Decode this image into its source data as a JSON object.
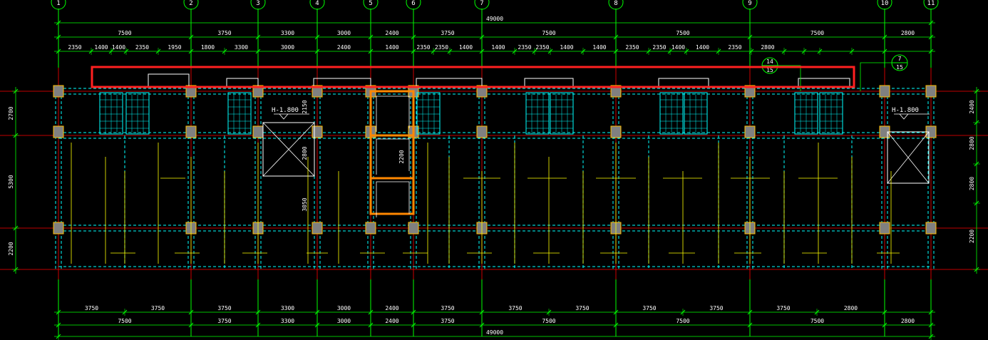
{
  "colors": {
    "background": "#000000",
    "grid_axis": "#00ff00",
    "dimension": "#00ff00",
    "dim_text": "#ffffff",
    "beam": "#00ffff",
    "column": "#808080",
    "column_edge": "#ffbf00",
    "wall": "#ff8800",
    "axis_line": "#ff0000",
    "highlight": "#ff2020",
    "annotation": "#ffff00",
    "rebar_text": "#00ff80"
  },
  "axes": {
    "labels": [
      "1",
      "2",
      "3",
      "4",
      "5",
      "6",
      "7",
      "8",
      "9",
      "10",
      "11"
    ]
  },
  "dims_top": {
    "overall": "49000",
    "row1": [
      "7500",
      "3750",
      "3300",
      "3000",
      "2400",
      "3750",
      "7500",
      "7500",
      "7500",
      "2800"
    ],
    "row2": [
      "2350",
      "1400",
      "1400",
      "2350",
      "1950",
      "1800",
      "3300",
      "3000",
      "2400",
      "1400",
      "2350",
      "2350",
      "1400",
      "1400",
      "2350",
      "2350",
      "1400",
      "1400",
      "2350",
      "2350",
      "1400",
      "1400",
      "2350",
      "2800"
    ]
  },
  "dims_bottom": {
    "row1": [
      "3750",
      "3750",
      "3750",
      "3300",
      "3000",
      "2400",
      "3750",
      "3750",
      "3750",
      "3750",
      "3750",
      "3750",
      "2800"
    ],
    "row2": [
      "7500",
      "3300",
      "3000",
      "2400",
      "7500",
      "7500",
      "7500",
      "2800"
    ],
    "overall": "49000"
  },
  "dims_left": [
    "2700",
    "5300",
    "2200"
  ],
  "dims_right": [
    "2400",
    "2800",
    "2800",
    "2200"
  ],
  "section_marks": [
    {
      "top": "14",
      "bottom": "15"
    },
    {
      "top": "7",
      "bottom": "15"
    }
  ],
  "elevation_marks": [
    "H-1.800",
    "H-1.800"
  ],
  "stair_dims": [
    "2150",
    "2800",
    "3050",
    "2200"
  ]
}
